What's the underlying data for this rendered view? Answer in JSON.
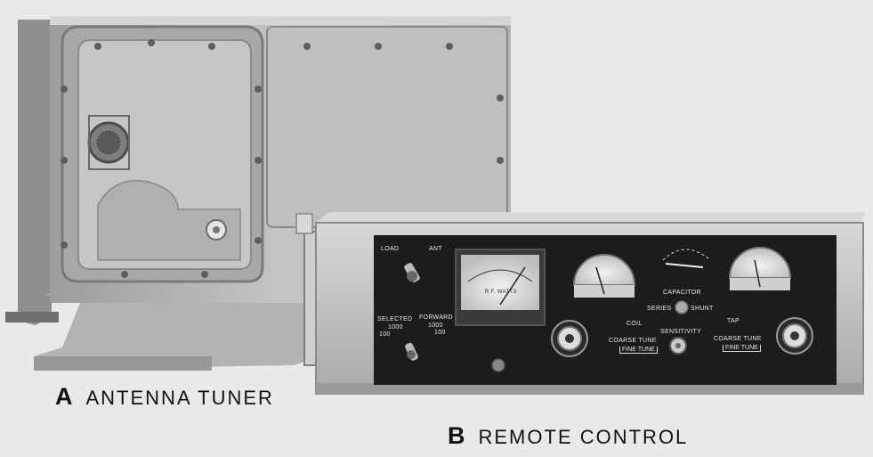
{
  "captions": {
    "a_letter": "A",
    "a_text": "ANTENNA TUNER",
    "b_letter": "B",
    "b_text": "REMOTE CONTROL"
  },
  "panel": {
    "load": "LOAD",
    "ant": "ANT",
    "selected": "SELECTED",
    "selected_1000": "1000",
    "selected_100": "100",
    "forward": "FORWARD",
    "forward_1000": "1000",
    "forward_100": "100",
    "meter_label": "R.F. WATTS",
    "coil": "COIL",
    "capacitor": "CAPACITOR",
    "series": "SERIES",
    "shunt": "SHUNT",
    "tap": "TAP",
    "sensitivity": "SENSITIVITY",
    "coarse_tune_left": "COARSE TUNE",
    "fine_tune_left": "FINE TUNE",
    "coarse_tune_right": "COARSE TUNE",
    "fine_tune_right": "FINE TUNE"
  },
  "colors": {
    "background": "#e9e9e9",
    "tuner_body": "#b9b9b9",
    "panel_black": "#1c1c1c",
    "caption_text": "#111111"
  }
}
